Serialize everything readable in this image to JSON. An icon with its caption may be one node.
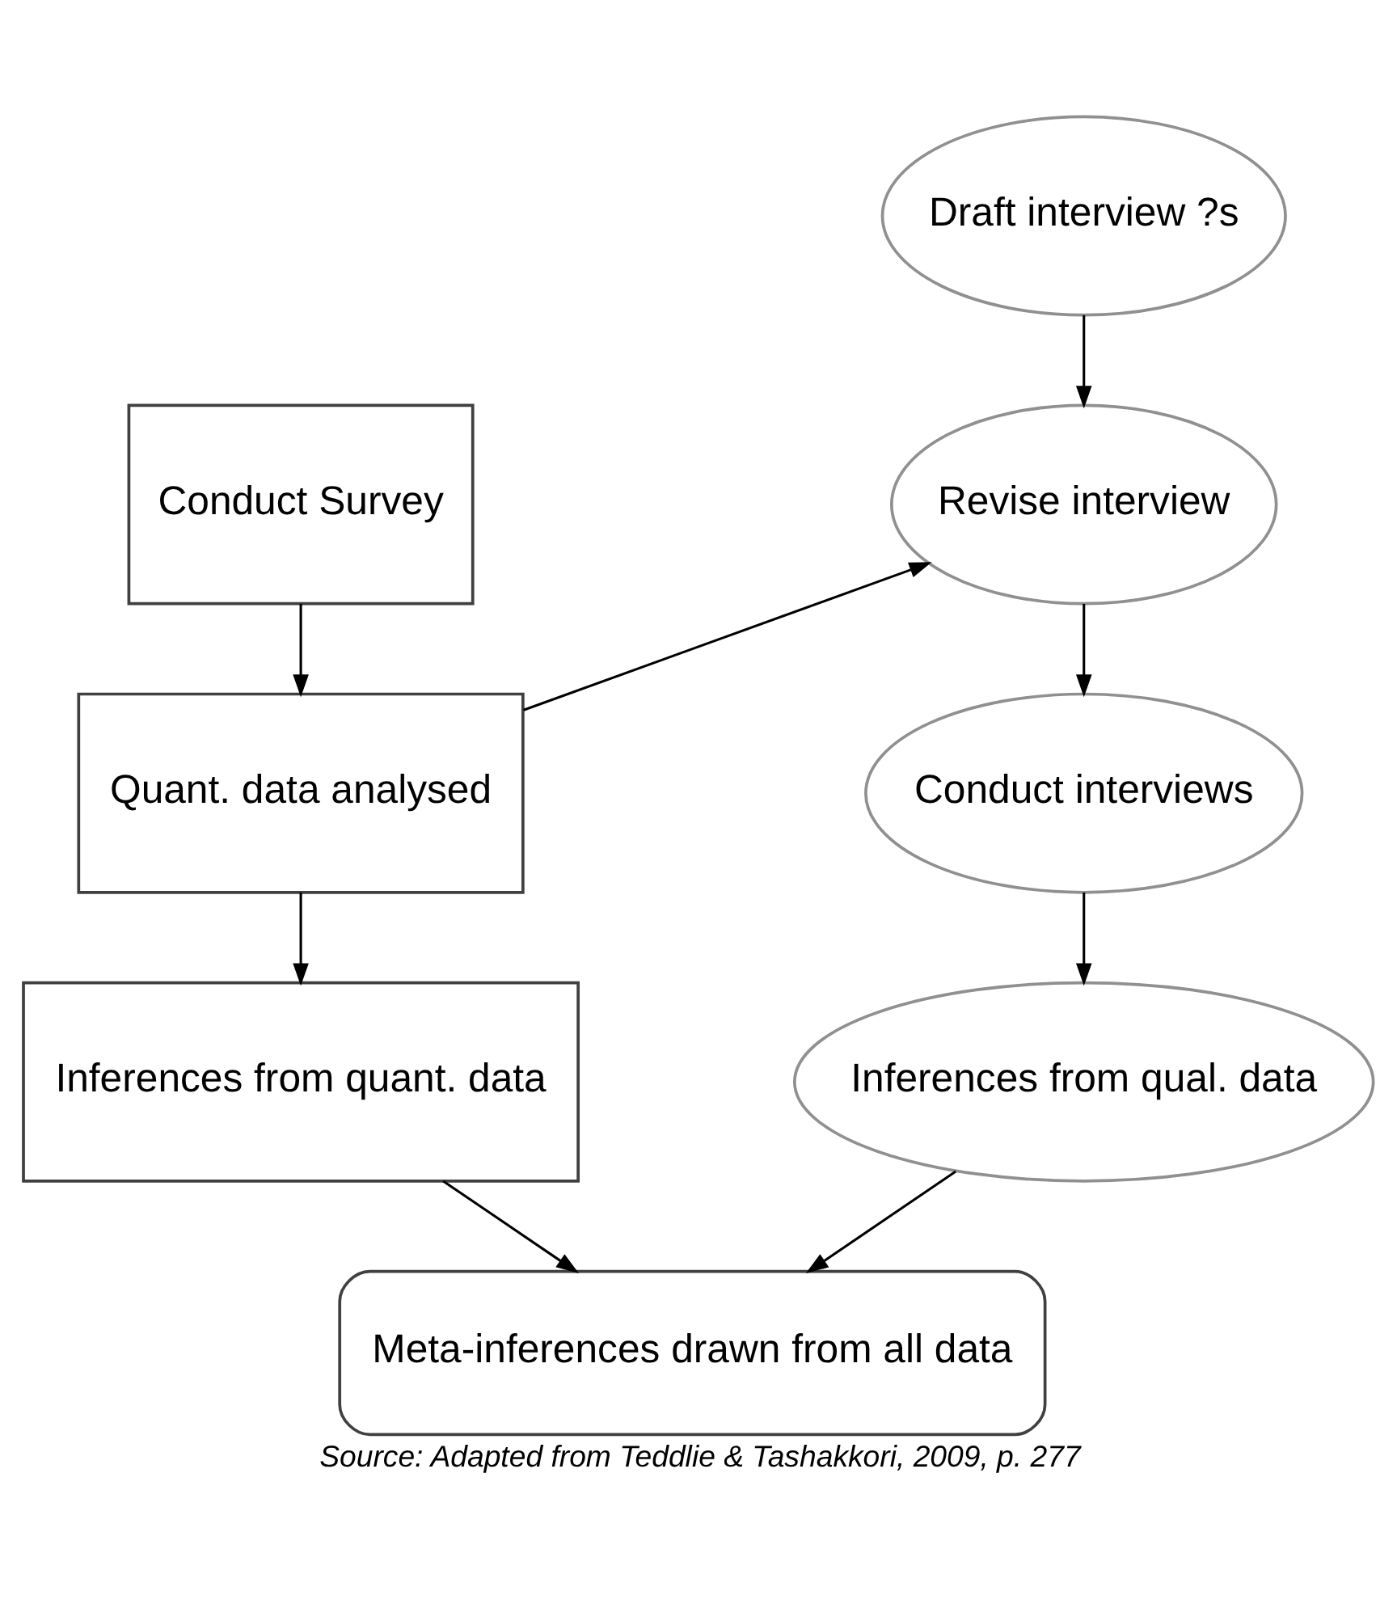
{
  "diagram": {
    "caption": "Source: Adapted from Teddlie & Tashakkori, 2009, p. 277",
    "nodes": [
      {
        "text": [
          "Conduct Survey"
        ]
      },
      {
        "text": [
          "Quant. data analysed"
        ]
      },
      {
        "text": [
          "Inferences from quant. data"
        ]
      },
      {
        "text": [
          "Draft interview ?s"
        ]
      },
      {
        "text": [
          "Revise interview"
        ]
      },
      {
        "text": [
          "Conduct interviews"
        ]
      },
      {
        "text": [
          "Inferences from qual. data"
        ]
      },
      {
        "text": [
          "Meta-inferences drawn from all data"
        ]
      }
    ],
    "edges": [
      {
        "from": 0,
        "to": 1,
        "arrow": "to"
      },
      {
        "from": 1,
        "to": 2,
        "arrow": "to"
      },
      {
        "from": 1,
        "to": 4,
        "arrow": "to"
      },
      {
        "from": 3,
        "to": 4,
        "arrow": "to"
      },
      {
        "from": 4,
        "to": 5,
        "arrow": "to"
      },
      {
        "from": 5,
        "to": 6,
        "arrow": "to"
      },
      {
        "from": 2,
        "to": 7,
        "arrow": "to"
      },
      {
        "from": 6,
        "to": 7,
        "arrow": "to"
      }
    ]
  }
}
